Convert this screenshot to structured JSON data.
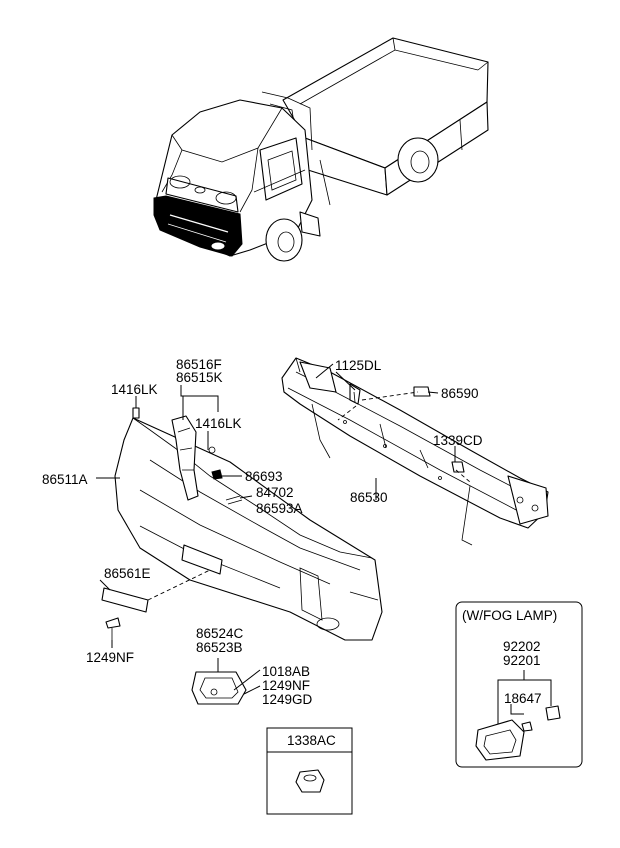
{
  "callouts": {
    "c86516F": "86516F",
    "c86515K": "86515K",
    "c1416LK_a": "1416LK",
    "c1416LK_b": "1416LK",
    "c86511A": "86511A",
    "c86693": "86693",
    "c84702": "84702",
    "c86593A": "86593A",
    "c1125DL": "1125DL",
    "c86590": "86590",
    "c1339CD": "1339CD",
    "c86530": "86530",
    "c86561E": "86561E",
    "c1249NF_a": "1249NF",
    "c86524C": "86524C",
    "c86523B": "86523B",
    "c1018AB": "1018AB",
    "c1249NF_b": "1249NF",
    "c1249GD": "1249GD",
    "c1338AC": "1338AC",
    "c92202": "92202",
    "c92201": "92201",
    "c18647": "18647"
  },
  "fog_lamp_box": {
    "title": "(W/FOG LAMP)"
  }
}
